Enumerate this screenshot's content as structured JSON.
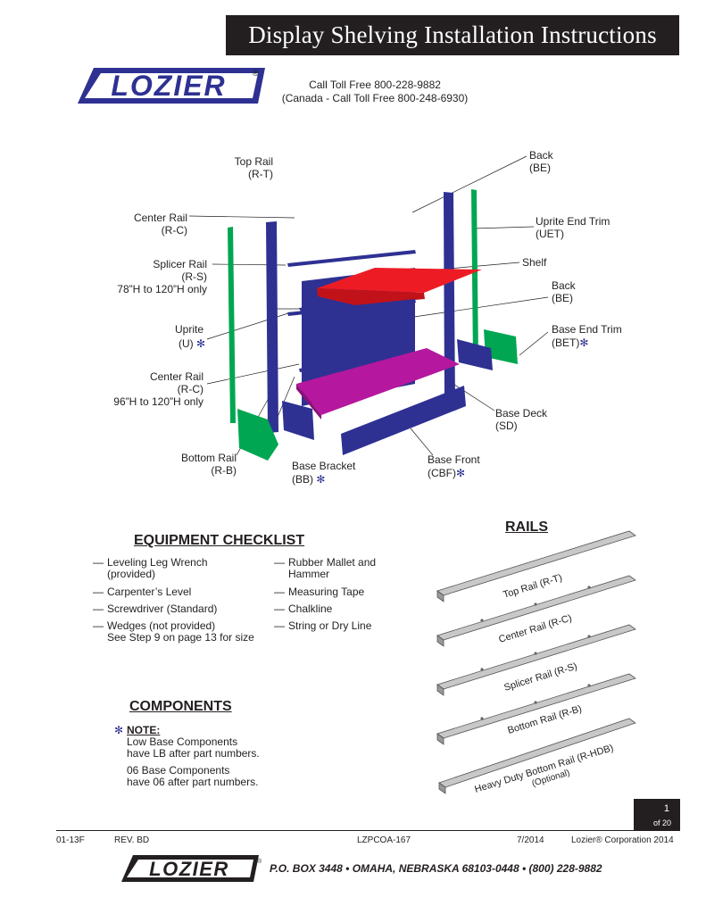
{
  "header": {
    "title": "Display Shelving Installation Instructions",
    "logo_text": "LOZIER",
    "registered": "®",
    "call_line1": "Call Toll Free 800-228-9882",
    "call_line2": "(Canada - Call Toll Free 800-248-6930)"
  },
  "diagram_labels": {
    "top_rail": "Top Rail\n(R-T)",
    "center_rail": "Center Rail\n(R-C)",
    "splicer_rail": "Splicer Rail\n(R-S)\n78”H to 120”H only",
    "uprite_name": "Uprite",
    "uprite_code": "(U)",
    "center_rail_2": "Center Rail\n(R-C)\n96”H to 120”H only",
    "bottom_rail": "Bottom Rail\n(R-B)",
    "base_bracket_name": "Base Bracket",
    "base_bracket_code": "(BB)",
    "base_front_name": "Base Front",
    "base_front_code": "(CBF)",
    "base_deck": "Base Deck\n(SD)",
    "back_top": "Back\n(BE)",
    "uprite_end_trim": "Uprite End Trim\n(UET)",
    "shelf": "Shelf",
    "back_mid": "Back\n(BE)",
    "base_end_trim_name": "Base End Trim",
    "base_end_trim_code": "(BET)",
    "asterisk": "✻"
  },
  "checklist": {
    "heading": "EQUIPMENT CHECKLIST",
    "dash": "—",
    "left": [
      {
        "line1": "Leveling Leg Wrench",
        "line2": "(provided)"
      },
      {
        "line1": "Carpenter’s Level",
        "line2": ""
      },
      {
        "line1": "Screwdriver (Standard)",
        "line2": ""
      },
      {
        "line1": "Wedges (not provided)",
        "line2": "See Step 9 on page 13 for size"
      }
    ],
    "right": [
      {
        "line1": "Rubber Mallet and",
        "line2": "Hammer"
      },
      {
        "line1": "Measuring Tape",
        "line2": ""
      },
      {
        "line1": "Chalkline",
        "line2": ""
      },
      {
        "line1": "String or Dry Line",
        "line2": ""
      }
    ]
  },
  "components": {
    "heading": "COMPONENTS",
    "note_label": "NOTE:",
    "note_line1": "Low Base Components",
    "note_line2": "have LB after part numbers.",
    "note_line3": "06 Base Components",
    "note_line4": "have 06 after part numbers."
  },
  "rails": {
    "heading": "RAILS",
    "items": [
      {
        "label": "Top Rail (R-T)",
        "sub": ""
      },
      {
        "label": "Center Rail (R-C)",
        "sub": ""
      },
      {
        "label": "Splicer Rail (R-S)",
        "sub": ""
      },
      {
        "label": "Bottom Rail (R-B)",
        "sub": ""
      },
      {
        "label": "Heavy Duty Bottom Rail (R-HDB)",
        "sub": "(Optional)"
      }
    ]
  },
  "page": {
    "number": "1",
    "of": "of 20"
  },
  "footer": {
    "code": "01-13F",
    "rev": "REV. BD",
    "doc": "LZPCOA-167",
    "date": "7/2014",
    "corp": "Lozier® Corporation 2014",
    "address": "P.O. BOX 3448 • OMAHA, NEBRASKA 68103-0448 • (800) 228-9882",
    "logo_text": "LOZIER"
  },
  "colors": {
    "blue": "#2e3192",
    "green": "#00a651",
    "red": "#ed1c24",
    "magenta": "#b5179e",
    "rail_gray": "#c8c8c8"
  }
}
